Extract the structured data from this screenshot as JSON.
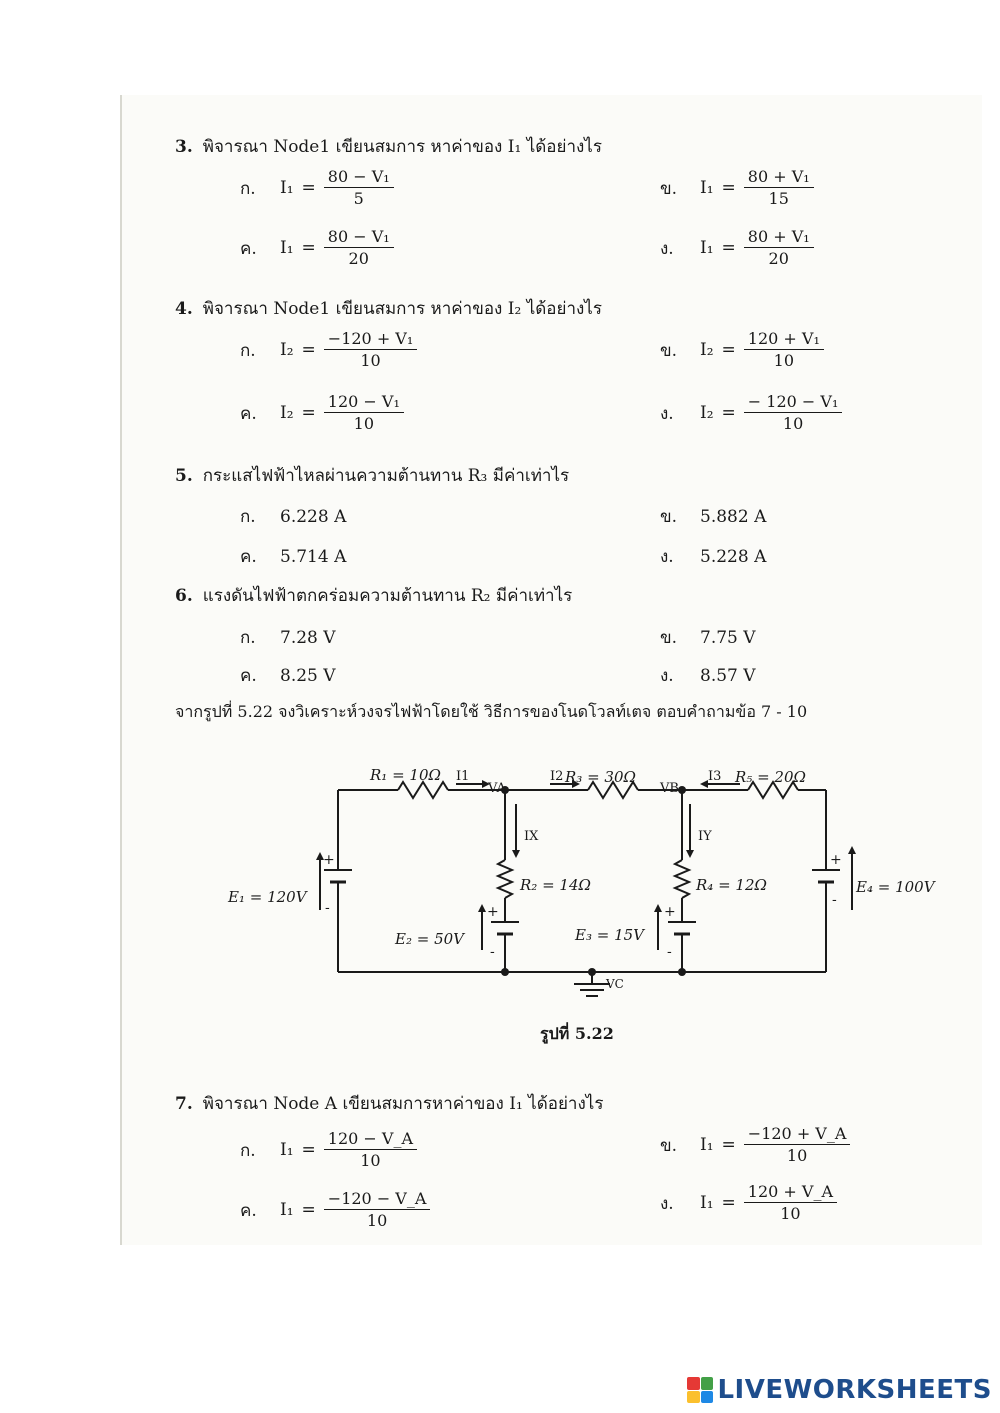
{
  "q3": {
    "number": "3.",
    "prompt": "พิจารณา Node1  เขียนสมการ หาค่าของ I₁  ได้อย่างไร",
    "options": [
      {
        "letter": "ก.",
        "var": "I₁",
        "num": "80 − V₁",
        "den": "5"
      },
      {
        "letter": "ข.",
        "var": "I₁",
        "num": "80 + V₁",
        "den": "15"
      },
      {
        "letter": "ค.",
        "var": "I₁",
        "num": "80 − V₁",
        "den": "20"
      },
      {
        "letter": "ง.",
        "var": "I₁",
        "num": "80 + V₁",
        "den": "20"
      }
    ]
  },
  "q4": {
    "number": "4.",
    "prompt": "พิจารณา Node1  เขียนสมการ หาค่าของ I₂  ได้อย่างไร",
    "options": [
      {
        "letter": "ก.",
        "var": "I₂",
        "num": "−120 + V₁",
        "den": "10"
      },
      {
        "letter": "ข.",
        "var": "I₂",
        "num": "120 + V₁",
        "den": "10"
      },
      {
        "letter": "ค.",
        "var": "I₂",
        "num": "120 − V₁",
        "den": "10"
      },
      {
        "letter": "ง.",
        "var": "I₂",
        "num": "− 120 − V₁",
        "den": "10"
      }
    ]
  },
  "q5": {
    "number": "5.",
    "prompt": "กระแสไฟฟ้าไหลผ่านความต้านทาน R₃ มีค่าเท่าไร",
    "options": [
      {
        "letter": "ก.",
        "value": "6.228 A"
      },
      {
        "letter": "ข.",
        "value": "5.882 A"
      },
      {
        "letter": "ค.",
        "value": "5.714 A"
      },
      {
        "letter": "ง.",
        "value": "5.228 A"
      }
    ]
  },
  "q6": {
    "number": "6.",
    "prompt": "แรงดันไฟฟ้าตกคร่อมความต้านทาน R₂ มีค่าเท่าไร",
    "options": [
      {
        "letter": "ก.",
        "value": "7.28 V"
      },
      {
        "letter": "ข.",
        "value": "7.75 V"
      },
      {
        "letter": "ค.",
        "value": "8.25 V"
      },
      {
        "letter": "ง.",
        "value": "8.57 V"
      }
    ]
  },
  "intro": "จากรูปที่ 5.22 จงวิเคราะห์วงจรไฟฟ้าโดยใช้ วิธีการของโนดโวลท์เตจ ตอบคำถามข้อ 7 - 10",
  "circuit": {
    "r1": "R₁ = 10Ω",
    "r3": "R₃ = 30Ω",
    "r5": "R₅ = 20Ω",
    "r2": "R₂ = 14Ω",
    "r4": "R₄ = 12Ω",
    "e1": "E₁ = 120V",
    "e2": "E₂ = 50V",
    "e3": "E₃ = 15V",
    "e4": "E₄ = 100V",
    "i1": "I1",
    "i2": "I2",
    "i3": "I3",
    "ix": "IX",
    "iy": "IY",
    "va": "VA",
    "vb": "VB",
    "vc": "VC",
    "plus": "+",
    "minus": "-"
  },
  "caption": "รูปที่ 5.22",
  "q7": {
    "number": "7.",
    "prompt": "พิจารณา Node A  เขียนสมการหาค่าของ I₁  ได้อย่างไร",
    "options": [
      {
        "letter": "ก.",
        "var": "I₁",
        "num": "120 − V_A",
        "den": "10"
      },
      {
        "letter": "ข.",
        "var": "I₁",
        "num": "−120 + V_A",
        "den": "10"
      },
      {
        "letter": "ค.",
        "var": "I₁",
        "num": "−120 − V_A",
        "den": "10"
      },
      {
        "letter": "ง.",
        "var": "I₁",
        "num": "120 + V_A",
        "den": "10"
      }
    ]
  },
  "equals": "=",
  "brand": "LIVEWORKSHEETS",
  "colors": {
    "brand": "#1e4d8c",
    "logo": [
      "#e53935",
      "#43a047",
      "#fbc02d",
      "#1e88e5"
    ]
  }
}
